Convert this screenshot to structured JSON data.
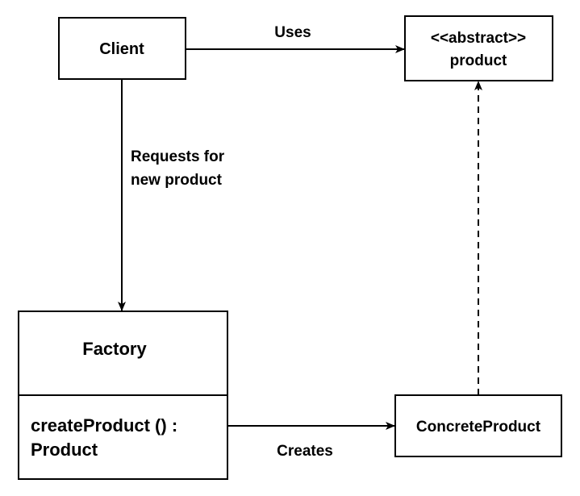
{
  "nodes": {
    "client": {
      "label": "Client"
    },
    "abstract_product": {
      "stereotype": "<<abstract>>",
      "label": "product"
    },
    "factory": {
      "label": "Factory",
      "method_line1": "createProduct () :",
      "method_line2": "Product"
    },
    "concrete_product": {
      "label": "ConcreteProduct"
    }
  },
  "edges": {
    "uses": {
      "label": "Uses"
    },
    "requests": {
      "label_line1": "Requests for",
      "label_line2": "new product"
    },
    "creates": {
      "label": "Creates"
    }
  }
}
